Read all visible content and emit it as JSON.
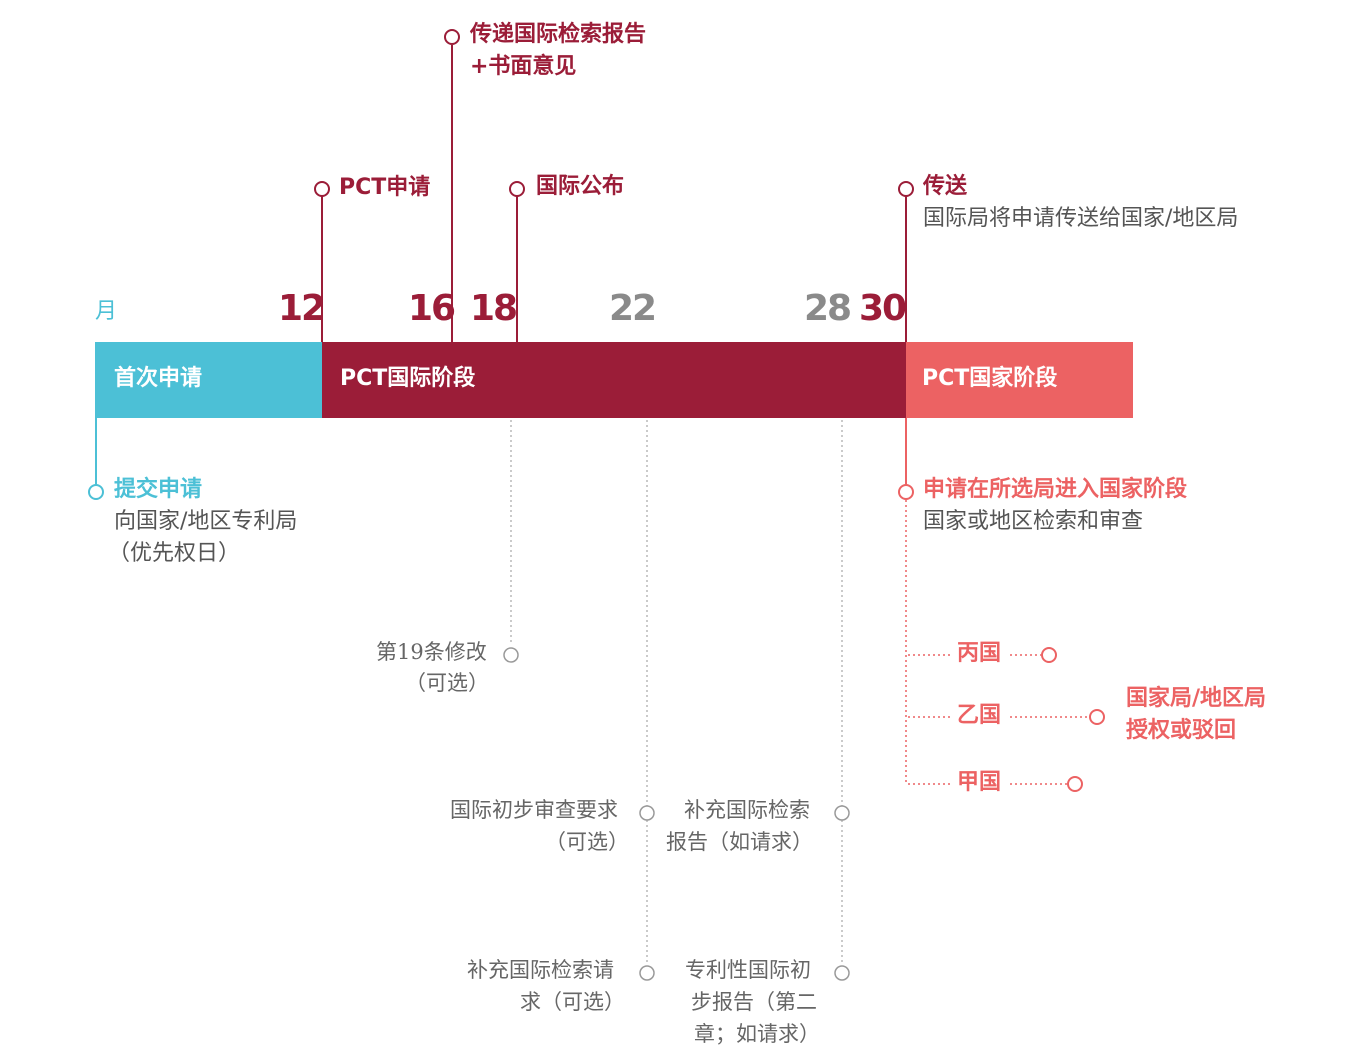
{
  "colors": {
    "cyan": "#4cc0d6",
    "crimson": "#9b1d38",
    "coral": "#ec6263",
    "gray_text": "#555555"
  },
  "axis": {
    "unit": "月",
    "months": [
      "12",
      "16",
      "18",
      "22",
      "28",
      "30"
    ]
  },
  "bars": {
    "first_filing": "首次申请",
    "international_phase": "PCT国际阶段",
    "national_phase": "PCT国家阶段"
  },
  "top_events": {
    "search_report": {
      "line1": "传递国际检索报告",
      "line2": "+书面意见"
    },
    "pct_filing": "PCT申请",
    "publication": "国际公布",
    "transmittal": {
      "title": "传送",
      "desc": "国际局将申请传送给国家/地区局"
    }
  },
  "bottom_events": {
    "submit": {
      "title": "提交申请",
      "line1": "向国家/地区专利局",
      "line2": "（优先权日）"
    },
    "national_entry": {
      "title": "申请在所选局进入国家阶段",
      "desc": "国家或地区检索和审查"
    },
    "article19": {
      "line1": "第19条修改",
      "line2": "（可选）"
    },
    "ipe_demand": {
      "line1": "国际初步审查要求",
      "line2": "（可选）"
    },
    "supp_search_report": {
      "line1": "补充国际检索",
      "line2": "报告（如请求）"
    },
    "supp_search_request": {
      "line1": "补充国际检索请",
      "line2": "求（可选）"
    },
    "iprp": {
      "line1": "专利性国际初",
      "line2": "步报告（第二",
      "line3": "章；如请求）"
    }
  },
  "countries": [
    "丙国",
    "乙国",
    "甲国"
  ],
  "outcome": {
    "line1": "国家局/地区局",
    "line2": "授权或驳回"
  }
}
